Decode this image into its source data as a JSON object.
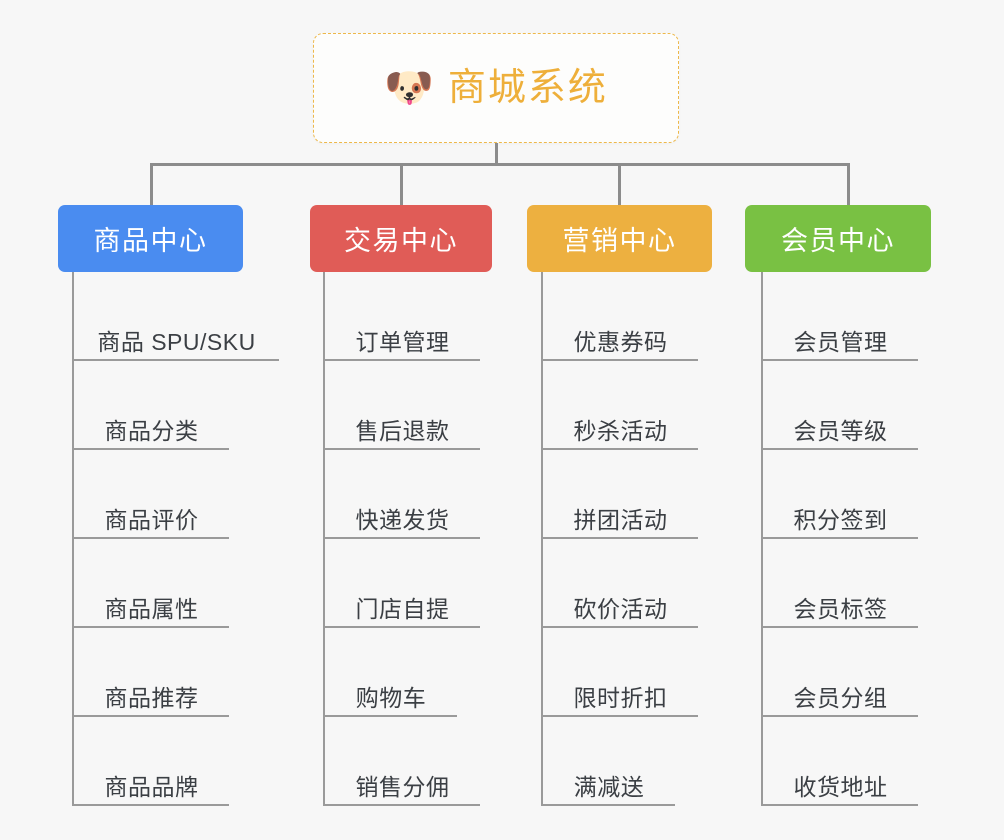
{
  "diagram": {
    "title": "商城系统",
    "background_color": "#f7f7f7",
    "root": {
      "label": "商城系统",
      "icon": "dog-face-icon",
      "icon_glyph": "🐶",
      "text_color": "#eeaf3a",
      "border_color": "#edb84a",
      "background_color": "#fdfdfc"
    },
    "connector_color": "#8c8c8c",
    "leaf_line_color": "#9a9a9a",
    "leaf_text_color": "#3b3f44",
    "branches": [
      {
        "label": "商品中心",
        "color": "#4a8cf0",
        "items": [
          "商品 SPU/SKU",
          "商品分类",
          "商品评价",
          "商品属性",
          "商品推荐",
          "商品品牌"
        ]
      },
      {
        "label": "交易中心",
        "color": "#e05c57",
        "items": [
          "订单管理",
          "售后退款",
          "快递发货",
          "门店自提",
          "购物车",
          "销售分佣"
        ]
      },
      {
        "label": "营销中心",
        "color": "#edb040",
        "items": [
          "优惠券码",
          "秒杀活动",
          "拼团活动",
          "砍价活动",
          "限时折扣",
          "满减送"
        ]
      },
      {
        "label": "会员中心",
        "color": "#79c143",
        "items": [
          "会员管理",
          "会员等级",
          "积分签到",
          "会员标签",
          "会员分组",
          "收货地址"
        ]
      }
    ]
  }
}
